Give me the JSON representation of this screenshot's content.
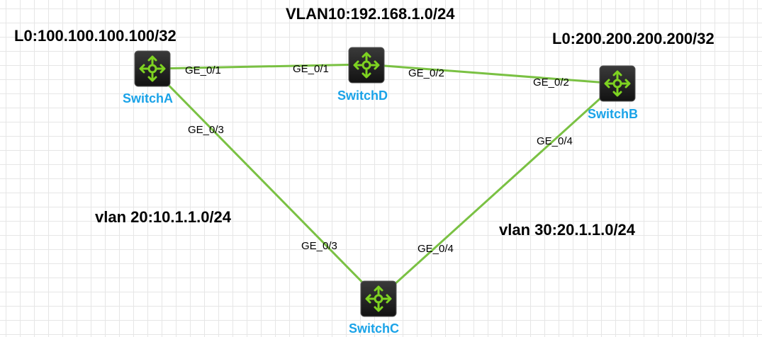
{
  "network": {
    "vlan10_label": "VLAN10:192.168.1.0/24",
    "vlan20_label": "vlan 20:10.1.1.0/24",
    "vlan30_label": "vlan 30:20.1.1.0/24"
  },
  "loopbacks": {
    "switch_a": "L0:100.100.100.100/32",
    "switch_b": "L0:200.200.200.200/32"
  },
  "devices": {
    "switch_a": "SwitchA",
    "switch_b": "SwitchB",
    "switch_c": "SwitchC",
    "switch_d": "SwitchD"
  },
  "ports": {
    "a_to_d": "GE_0/1",
    "d_to_a": "GE_0/1",
    "d_to_b": "GE_0/2",
    "b_to_d": "GE_0/2",
    "a_to_c": "GE_0/3",
    "c_to_a": "GE_0/3",
    "b_to_c": "GE_0/4",
    "c_to_b": "GE_0/4"
  },
  "colors": {
    "link": "#7ac143",
    "device_label": "#1aa3e8",
    "switch_body": "#1e1e1e",
    "switch_symbol": "#7ed321"
  },
  "icons": {
    "switch": "layer3-switch-icon"
  }
}
